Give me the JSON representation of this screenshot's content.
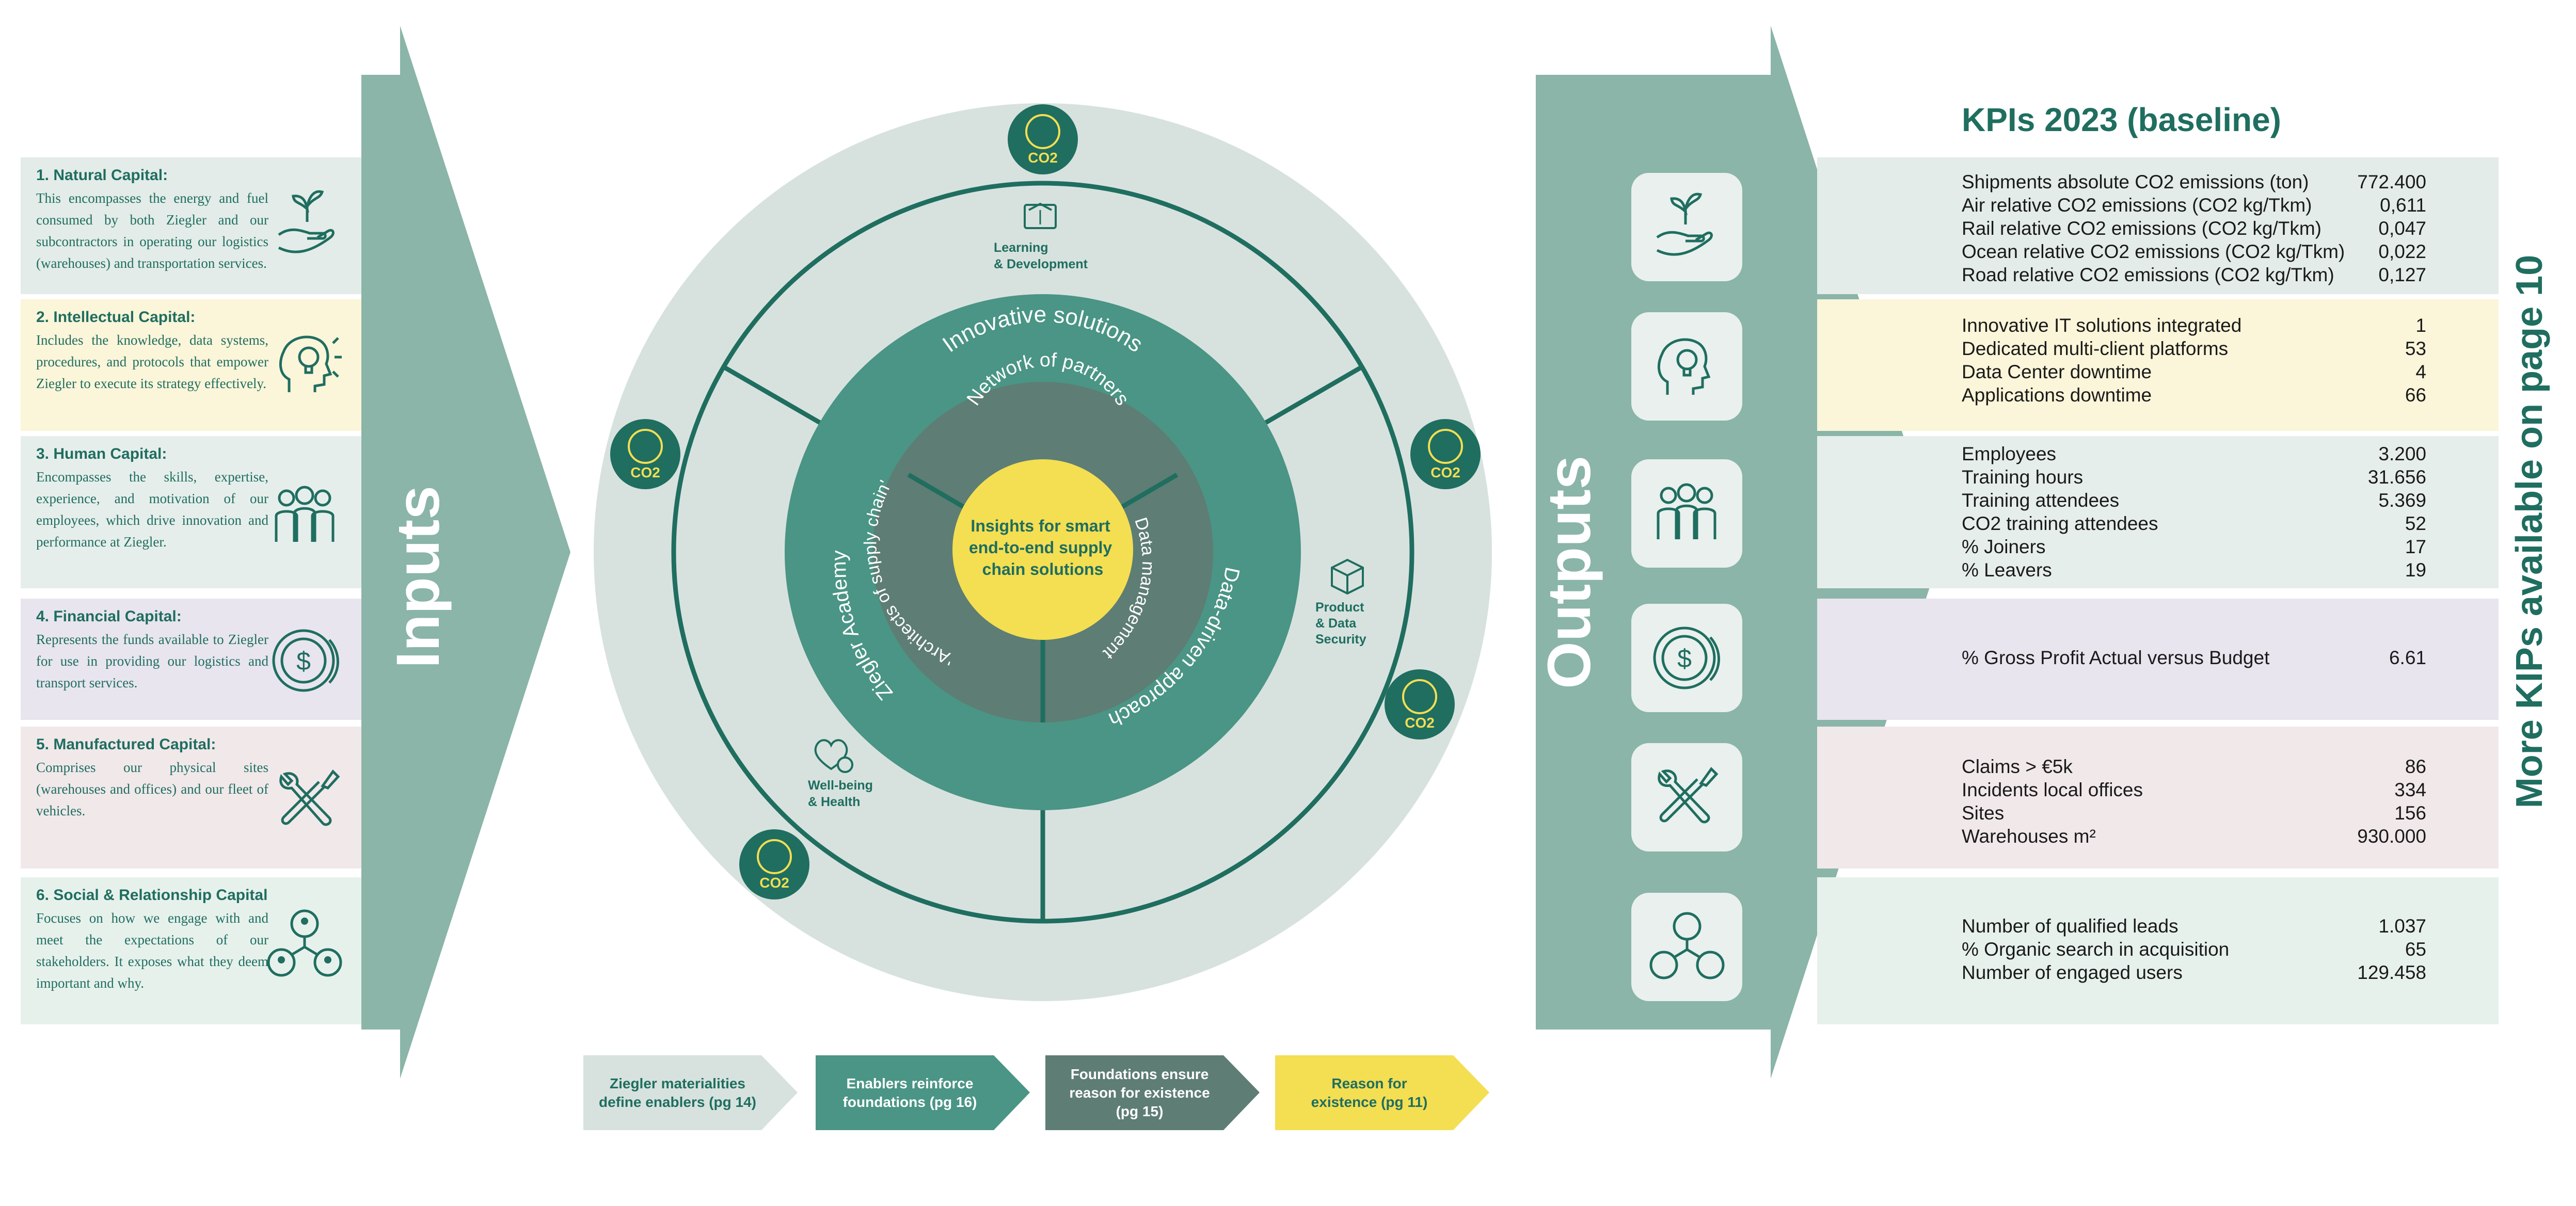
{
  "inputs_label": "Inputs",
  "outputs_label": "Outputs",
  "kpis_title": "KPIs 2023 (baseline)",
  "side_note": "More KIPs available on page 10",
  "capitals": [
    {
      "title": "1. Natural Capital:",
      "desc": "This encompasses the energy and fuel consumed by both Ziegler and our subcontractors in operating our logistics (warehouses) and transportation services.",
      "icon": "plant-in-hand-icon"
    },
    {
      "title": "2. Intellectual Capital:",
      "desc": "Includes the knowledge, data systems, procedures, and protocols that empower Ziegler to execute its strategy effectively.",
      "icon": "head-lightbulb-icon"
    },
    {
      "title": "3. Human Capital:",
      "desc": "Encompasses the skills, expertise, experience, and motivation of our employees, which drive innovation and performance at Ziegler.",
      "icon": "people-group-icon"
    },
    {
      "title": "4. Financial Capital:",
      "desc": "Represents the funds available to Ziegler for use in providing our logistics and transport services.",
      "icon": "dollar-coin-icon"
    },
    {
      "title": "5. Manufactured  Capital:",
      "desc": "Comprises our physical sites (warehouses and offices) and our fleet of vehicles.",
      "icon": "wrench-screwdriver-icon"
    },
    {
      "title": "6. Social & Relationship Capital",
      "desc": "Focuses on how we engage with and meet the expectations of our stakeholders. It exposes what they deem important and why.",
      "icon": "stakeholder-network-icon"
    }
  ],
  "wheel": {
    "center": "Insights for smart end-to-end supply chain solutions",
    "center_lines": [
      "Insights for smart",
      "end-to-end supply",
      "chain solutions"
    ],
    "network": "Network of partners",
    "architects": "'Architects of supply chain'",
    "data_mgmt": "Data management",
    "innovative": "Innovative solutions",
    "academy": "Ziegler Academy",
    "data_driven": "Data-driven approach",
    "outer": {
      "learning": [
        "Learning",
        "& Development"
      ],
      "product": [
        "Product",
        "& Data",
        "Security"
      ],
      "wellbeing": [
        "Well-being",
        "& Health"
      ]
    },
    "co2_label": "CO2"
  },
  "steps": [
    {
      "lines": [
        "Ziegler materialities",
        "define enablers (pg 14)"
      ]
    },
    {
      "lines": [
        "Enablers reinforce",
        "foundations (pg 16)"
      ]
    },
    {
      "lines": [
        "Foundations ensure",
        "reason for existence",
        "(pg 15)"
      ]
    },
    {
      "lines": [
        "Reason for",
        "existence (pg 11)"
      ]
    }
  ],
  "kpi_groups": [
    {
      "icon": "plant-in-hand-icon",
      "rows": [
        {
          "label": "Shipments absolute CO2 emissions (ton)",
          "value": "772.400"
        },
        {
          "label": "Air relative CO2 emissions (CO2 kg/Tkm)",
          "value": "0,611"
        },
        {
          "label": "Rail relative CO2 emissions (CO2 kg/Tkm)",
          "value": "0,047"
        },
        {
          "label": "Ocean relative CO2 emissions (CO2 kg/Tkm)",
          "value": "0,022"
        },
        {
          "label": "Road relative CO2 emissions (CO2 kg/Tkm)",
          "value": "0,127"
        }
      ]
    },
    {
      "icon": "head-lightbulb-icon",
      "rows": [
        {
          "label": "Innovative IT solutions integrated",
          "value": "1"
        },
        {
          "label": "Dedicated multi-client platforms",
          "value": "53"
        },
        {
          "label": "Data Center downtime",
          "value": "4"
        },
        {
          "label": "Applications downtime",
          "value": "66"
        }
      ]
    },
    {
      "icon": "people-group-icon",
      "rows": [
        {
          "label": "Employees",
          "value": "3.200"
        },
        {
          "label": "Training hours",
          "value": "31.656"
        },
        {
          "label": "Training attendees",
          "value": "5.369"
        },
        {
          "label": "CO2 training attendees",
          "value": "52"
        },
        {
          "label": "% Joiners",
          "value": "17"
        },
        {
          "label": "% Leavers",
          "value": "19"
        }
      ]
    },
    {
      "icon": "dollar-coin-icon",
      "rows": [
        {
          "label": "%  Gross Profit Actual versus Budget",
          "value": "6.61"
        }
      ]
    },
    {
      "icon": "wrench-screwdriver-icon",
      "rows": [
        {
          "label": "Claims > €5k",
          "value": "86"
        },
        {
          "label": "Incidents local offices",
          "value": "334"
        },
        {
          "label": "Sites",
          "value": "156"
        },
        {
          "label": "Warehouses m²",
          "value": "930.000"
        }
      ]
    },
    {
      "icon": "stakeholder-network-icon",
      "rows": [
        {
          "label": "Number of qualified leads",
          "value": "1.037"
        },
        {
          "label": "%  Organic search in acquisition",
          "value": "65"
        },
        {
          "label": "Number of engaged users",
          "value": "129.458"
        }
      ]
    }
  ],
  "colors": {
    "teal_dark": "#1f6e60",
    "teal": "#4a9585",
    "teal_mid": "#5e7d74",
    "arrow": "#8ab5a8",
    "ring_light": "#d7e2de",
    "yellow": "#f4de52",
    "natural_bg": "#e3ece8",
    "intellectual_bg": "#fbf5d9",
    "human_bg": "#e6eeeb",
    "financial_bg": "#e8e5ee",
    "manufactured_bg": "#f1e8ea",
    "social_bg": "#e7f1ec"
  }
}
